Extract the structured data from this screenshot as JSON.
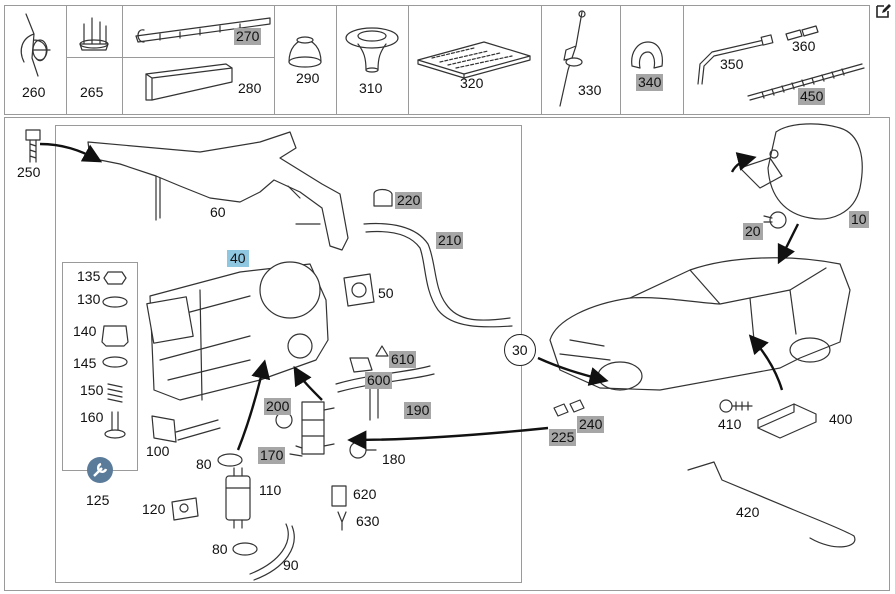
{
  "top_strip": {
    "labels": [
      {
        "id": "p260",
        "text": "260",
        "highlight": "none"
      },
      {
        "id": "p265",
        "text": "265",
        "highlight": "none"
      },
      {
        "id": "p270",
        "text": "270",
        "highlight": "gray"
      },
      {
        "id": "p280",
        "text": "280",
        "highlight": "none"
      },
      {
        "id": "p290",
        "text": "290",
        "highlight": "none"
      },
      {
        "id": "p310",
        "text": "310",
        "highlight": "none"
      },
      {
        "id": "p320",
        "text": "320",
        "highlight": "none"
      },
      {
        "id": "p330",
        "text": "330",
        "highlight": "none"
      },
      {
        "id": "p340",
        "text": "340",
        "highlight": "gray"
      },
      {
        "id": "p350",
        "text": "350",
        "highlight": "none"
      },
      {
        "id": "p360",
        "text": "360",
        "highlight": "none"
      },
      {
        "id": "p450",
        "text": "450",
        "highlight": "gray"
      }
    ]
  },
  "main": {
    "labels": [
      {
        "id": "p250",
        "text": "250",
        "highlight": "none"
      },
      {
        "id": "p60",
        "text": "60",
        "highlight": "none"
      },
      {
        "id": "p40",
        "text": "40",
        "highlight": "blue"
      },
      {
        "id": "p135",
        "text": "135",
        "highlight": "none"
      },
      {
        "id": "p130",
        "text": "130",
        "highlight": "none"
      },
      {
        "id": "p140",
        "text": "140",
        "highlight": "none"
      },
      {
        "id": "p145",
        "text": "145",
        "highlight": "none"
      },
      {
        "id": "p150",
        "text": "150",
        "highlight": "none"
      },
      {
        "id": "p160",
        "text": "160",
        "highlight": "none"
      },
      {
        "id": "p125",
        "text": "125",
        "highlight": "none"
      },
      {
        "id": "p100",
        "text": "100",
        "highlight": "none"
      },
      {
        "id": "p80a",
        "text": "80",
        "highlight": "none"
      },
      {
        "id": "p80b",
        "text": "80",
        "highlight": "none"
      },
      {
        "id": "p110",
        "text": "110",
        "highlight": "none"
      },
      {
        "id": "p120",
        "text": "120",
        "highlight": "none"
      },
      {
        "id": "p90",
        "text": "90",
        "highlight": "none"
      },
      {
        "id": "p170",
        "text": "170",
        "highlight": "gray"
      },
      {
        "id": "p200",
        "text": "200",
        "highlight": "gray"
      },
      {
        "id": "p180",
        "text": "180",
        "highlight": "none"
      },
      {
        "id": "p190",
        "text": "190",
        "highlight": "gray"
      },
      {
        "id": "p50",
        "text": "50",
        "highlight": "none"
      },
      {
        "id": "p220",
        "text": "220",
        "highlight": "gray"
      },
      {
        "id": "p210",
        "text": "210",
        "highlight": "gray"
      },
      {
        "id": "p600",
        "text": "600",
        "highlight": "gray"
      },
      {
        "id": "p610",
        "text": "610",
        "highlight": "gray"
      },
      {
        "id": "p620",
        "text": "620",
        "highlight": "none"
      },
      {
        "id": "p630",
        "text": "630",
        "highlight": "none"
      },
      {
        "id": "p30",
        "text": "30",
        "highlight": "none"
      },
      {
        "id": "p20",
        "text": "20",
        "highlight": "gray"
      },
      {
        "id": "p10",
        "text": "10",
        "highlight": "gray"
      },
      {
        "id": "p225",
        "text": "225",
        "highlight": "gray"
      },
      {
        "id": "p240",
        "text": "240",
        "highlight": "gray"
      },
      {
        "id": "p410",
        "text": "410",
        "highlight": "none"
      },
      {
        "id": "p400",
        "text": "400",
        "highlight": "none"
      },
      {
        "id": "p420",
        "text": "420",
        "highlight": "none"
      }
    ]
  },
  "icons": {
    "edit": "edit-icon"
  }
}
